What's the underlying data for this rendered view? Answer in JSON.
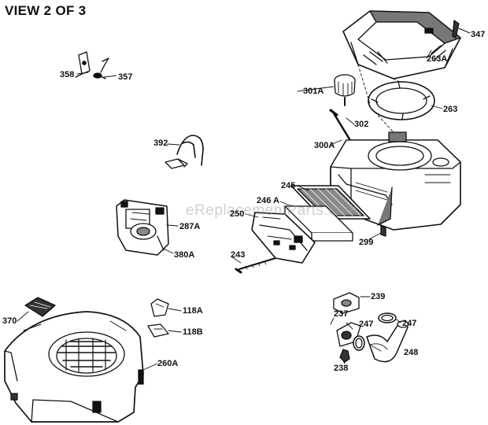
{
  "title": "VIEW 2 OF 3",
  "watermark": "eReplacementParts.com",
  "parts": {
    "p347": "347",
    "p263A": "263A",
    "p301A": "301A",
    "p263": "263",
    "p302": "302",
    "p300A": "300A",
    "p358": "358",
    "p357": "357",
    "p392": "392",
    "p245": "245",
    "p246A": "246 A",
    "p250": "250",
    "p287A": "287A",
    "p299": "299",
    "p380A": "380A",
    "p243": "243",
    "p370": "370",
    "p118A": "118A",
    "p118B": "118B",
    "p239": "239",
    "p237": "237",
    "p247a": "247",
    "p247b": "247",
    "p248": "248",
    "p238": "238",
    "p260A": "260A"
  }
}
